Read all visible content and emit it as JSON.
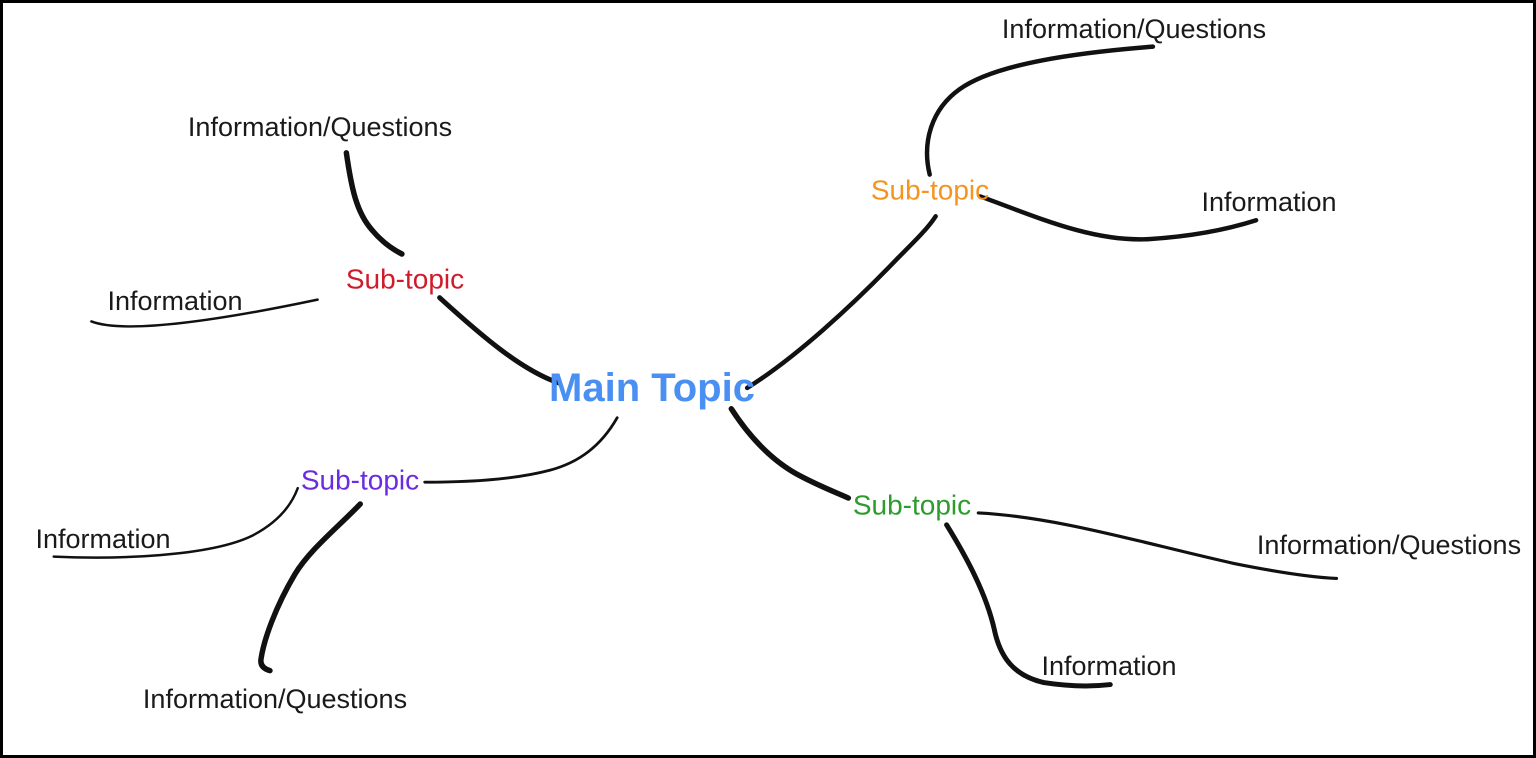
{
  "diagram": {
    "type": "mind-map",
    "background": "#ffffff",
    "border_color": "#000000",
    "line_color": "#111111",
    "main_topic": {
      "label": "Main Topic",
      "color": "#4a90f2"
    },
    "subtopics": [
      {
        "position": "top-left",
        "label": "Sub-topic",
        "color": "#cf1b2b",
        "children": [
          {
            "label": "Information/Questions"
          },
          {
            "label": "Information"
          }
        ]
      },
      {
        "position": "top-right",
        "label": "Sub-topic",
        "color": "#f5941f",
        "children": [
          {
            "label": "Information/Questions"
          },
          {
            "label": "Information"
          }
        ]
      },
      {
        "position": "bottom-left",
        "label": "Sub-topic",
        "color": "#6b2be0",
        "children": [
          {
            "label": "Information"
          },
          {
            "label": "Information/Questions"
          }
        ]
      },
      {
        "position": "bottom-right",
        "label": "Sub-topic",
        "color": "#2e9b2e",
        "children": [
          {
            "label": "Information/Questions"
          },
          {
            "label": "Information"
          }
        ]
      }
    ]
  }
}
